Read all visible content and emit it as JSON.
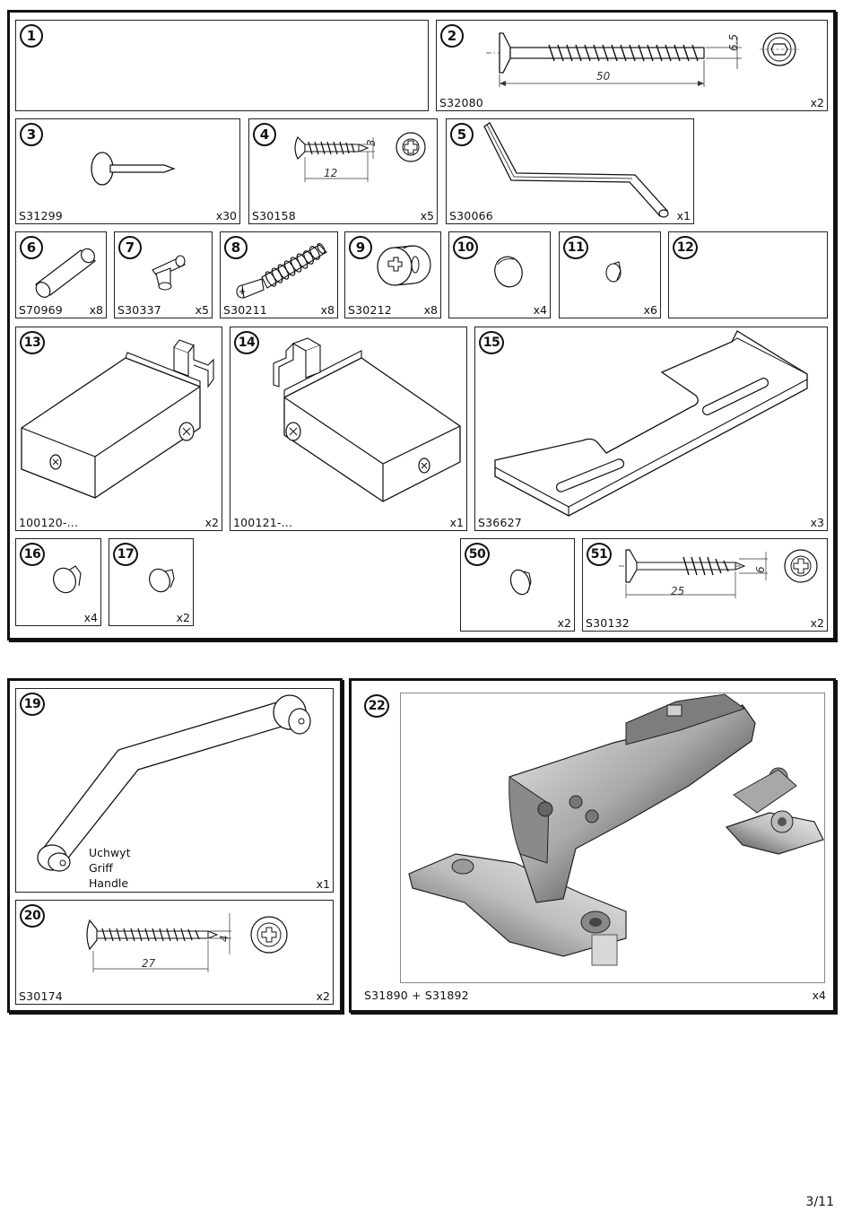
{
  "parts": [
    {
      "num": "1",
      "code": "",
      "qty": ""
    },
    {
      "num": "2",
      "code": "S32080",
      "qty": "x2",
      "dim_length": "50",
      "dim_diameter": "6.5"
    },
    {
      "num": "3",
      "code": "S31299",
      "qty": "x30"
    },
    {
      "num": "4",
      "code": "S30158",
      "qty": "x5",
      "dim_length": "12",
      "dim_diameter": "3"
    },
    {
      "num": "5",
      "code": "S30066",
      "qty": "x1"
    },
    {
      "num": "6",
      "code": "S70969",
      "qty": "x8"
    },
    {
      "num": "7",
      "code": "S30337",
      "qty": "x5"
    },
    {
      "num": "8",
      "code": "S30211",
      "qty": "x8"
    },
    {
      "num": "9",
      "code": "S30212",
      "qty": "x8"
    },
    {
      "num": "10",
      "code": "",
      "qty": "x4"
    },
    {
      "num": "11",
      "code": "",
      "qty": "x6"
    },
    {
      "num": "12",
      "code": "",
      "qty": ""
    },
    {
      "num": "13",
      "code": "100120-...",
      "qty": "x2"
    },
    {
      "num": "14",
      "code": "100121-...",
      "qty": "x1"
    },
    {
      "num": "15",
      "code": "S36627",
      "qty": "x3"
    },
    {
      "num": "16",
      "code": "",
      "qty": "x4"
    },
    {
      "num": "17",
      "code": "",
      "qty": "x2"
    },
    {
      "num": "50",
      "code": "",
      "qty": "x2"
    },
    {
      "num": "51",
      "code": "S30132",
      "qty": "x2",
      "dim_length": "25",
      "dim_diameter": "6"
    },
    {
      "num": "19",
      "code": "",
      "qty": "x1",
      "label_lines": [
        "Uchwyt",
        "Griff",
        "Handle"
      ]
    },
    {
      "num": "20",
      "code": "S30174",
      "qty": "x2",
      "dim_length": "27",
      "dim_diameter": "4"
    },
    {
      "num": "22",
      "code": "S31890  +  S31892",
      "qty": "x4"
    }
  ],
  "page": {
    "number": "3/11"
  },
  "icons": {
    "screw": "long-screw-icon",
    "nail": "nail-icon",
    "allen_key": "allen-key-icon",
    "dowel": "wooden-dowel-icon",
    "shelf_pin": "shelf-pin-icon",
    "bolt": "connector-bolt-icon",
    "cam": "cam-lock-icon",
    "cap": "cover-cap-icon",
    "bracket": "drawer-bracket-icon",
    "plate": "mounting-plate-icon",
    "handle": "handle-icon",
    "hinge": "hinge-photo-icon"
  }
}
